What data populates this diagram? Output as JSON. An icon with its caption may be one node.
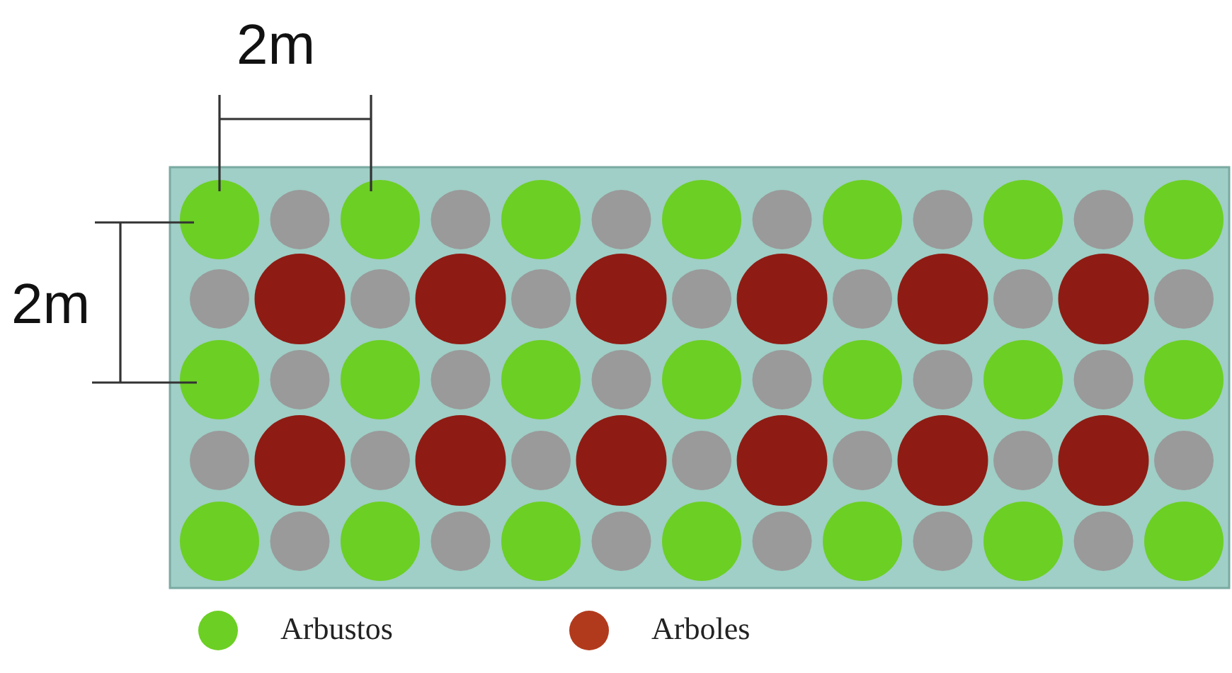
{
  "diagram": {
    "labels": [
      "2m",
      "2m"
    ],
    "legend": [
      {
        "text": "Arbustos",
        "color": "#6ccf24"
      },
      {
        "text": "Arboles",
        "color": "#b23a1c"
      }
    ]
  }
}
